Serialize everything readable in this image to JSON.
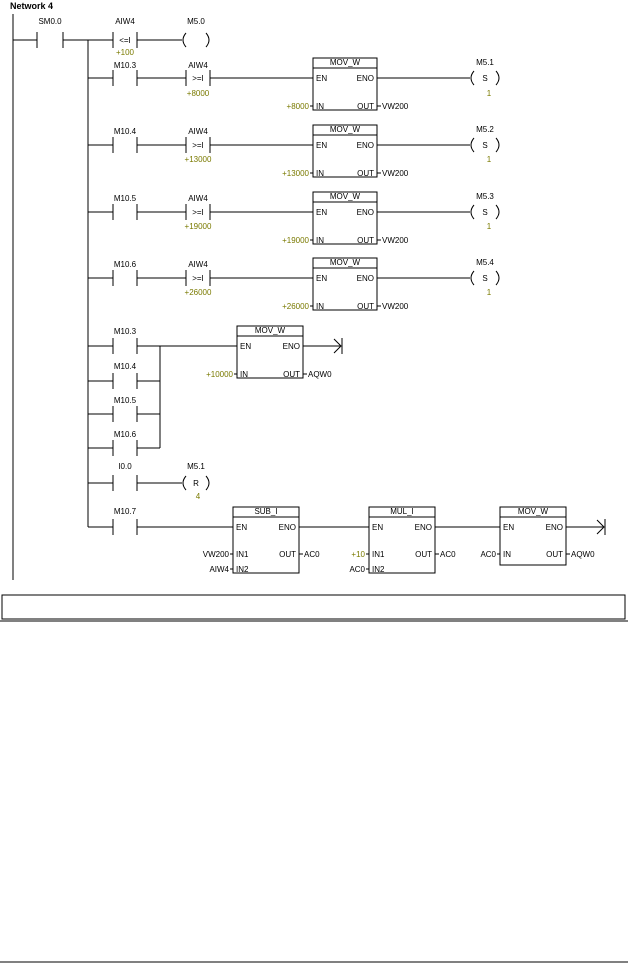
{
  "network": {
    "title": "Network 4",
    "row1": {
      "contact1": "SM0.0",
      "cmp_operand": "AIW4",
      "cmp_op": "<=I",
      "cmp_value": "+100",
      "coil": "M5.0"
    },
    "rungs": [
      {
        "contact": "M10.3",
        "cmp_operand": "AIW4",
        "cmp_op": ">=I",
        "cmp_value": "+8000",
        "block": "MOV_W",
        "en": "EN",
        "eno": "ENO",
        "in_label": "IN",
        "out_label": "OUT",
        "in_value": "+8000",
        "out_value": "VW200",
        "coil": "M5.1",
        "coil_type": "S",
        "coil_n": "1"
      },
      {
        "contact": "M10.4",
        "cmp_operand": "AIW4",
        "cmp_op": ">=I",
        "cmp_value": "+13000",
        "block": "MOV_W",
        "en": "EN",
        "eno": "ENO",
        "in_label": "IN",
        "out_label": "OUT",
        "in_value": "+13000",
        "out_value": "VW200",
        "coil": "M5.2",
        "coil_type": "S",
        "coil_n": "1"
      },
      {
        "contact": "M10.5",
        "cmp_operand": "AIW4",
        "cmp_op": ">=I",
        "cmp_value": "+19000",
        "block": "MOV_W",
        "en": "EN",
        "eno": "ENO",
        "in_label": "IN",
        "out_label": "OUT",
        "in_value": "+19000",
        "out_value": "VW200",
        "coil": "M5.3",
        "coil_type": "S",
        "coil_n": "1"
      },
      {
        "contact": "M10.6",
        "cmp_operand": "AIW4",
        "cmp_op": ">=I",
        "cmp_value": "+26000",
        "block": "MOV_W",
        "en": "EN",
        "eno": "ENO",
        "in_label": "IN",
        "out_label": "OUT",
        "in_value": "+26000",
        "out_value": "VW200",
        "coil": "M5.4",
        "coil_type": "S",
        "coil_n": "1"
      }
    ],
    "parallel": {
      "contacts": [
        "M10.3",
        "M10.4",
        "M10.5",
        "M10.6"
      ],
      "block": "MOV_W",
      "en": "EN",
      "eno": "ENO",
      "in_label": "IN",
      "out_label": "OUT",
      "in_value": "+10000",
      "out_value": "AQW0"
    },
    "reset": {
      "contact": "I0.0",
      "coil": "M5.1",
      "coil_type": "R",
      "coil_n": "4"
    },
    "calc": {
      "contact": "M10.7",
      "sub": {
        "name": "SUB_I",
        "en": "EN",
        "eno": "ENO",
        "in1_label": "IN1",
        "in2_label": "IN2",
        "out_label": "OUT",
        "in1": "VW200",
        "in2": "AIW4",
        "out": "AC0"
      },
      "mul": {
        "name": "MUL_I",
        "en": "EN",
        "eno": "ENO",
        "in1_label": "IN1",
        "in2_label": "IN2",
        "out_label": "OUT",
        "in1": "+10",
        "in2": "AC0",
        "out": "AC0"
      },
      "mov": {
        "name": "MOV_W",
        "en": "EN",
        "eno": "ENO",
        "in_label": "IN",
        "out_label": "OUT",
        "in": "AC0",
        "out": "AQW0"
      }
    }
  }
}
